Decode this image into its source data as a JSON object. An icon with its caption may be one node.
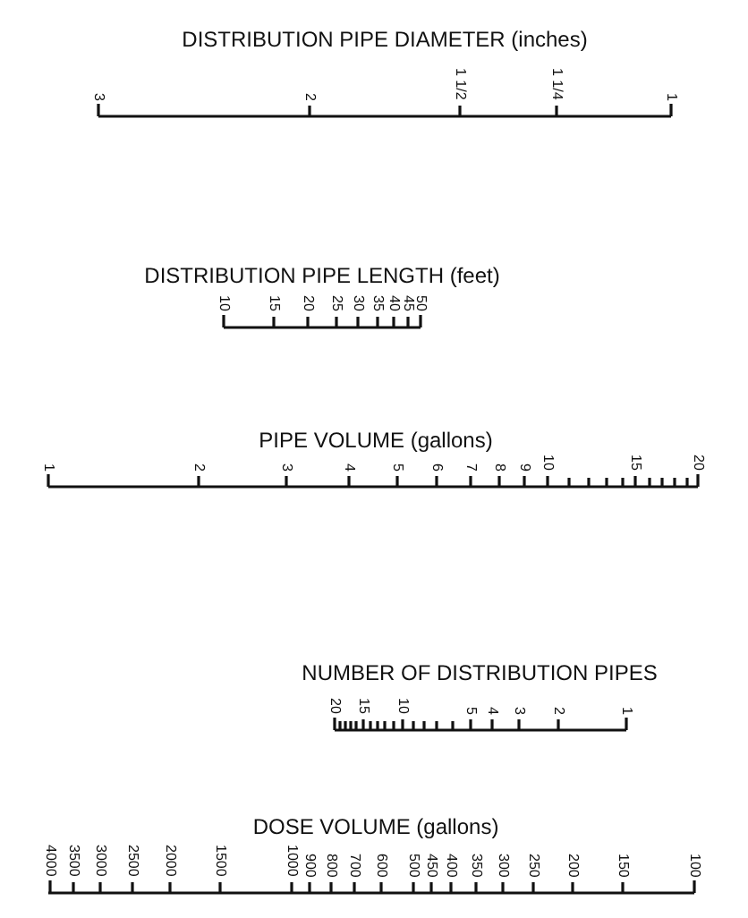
{
  "diagram": {
    "labels": [
      "DISTRIBUTION PIPE DIAMETER (inches)",
      "3",
      "2",
      "1 1/2",
      "1 1/4",
      "1",
      "DISTRIBUTION PIPE LENGTH (feet)",
      "10",
      "15",
      "20",
      "25",
      "30",
      "35",
      "40",
      "45",
      "50",
      "PIPE VOLUME (gallons)",
      "1",
      "2",
      "3",
      "4",
      "5",
      "6",
      "7",
      "8",
      "9",
      "10",
      "15",
      "20",
      "NUMBER OF DISTRIBUTION PIPES",
      "20",
      "15",
      "10",
      "5",
      "4",
      "3",
      "2",
      "1",
      "DOSE VOLUME (gallons)",
      "4000",
      "3500",
      "3000",
      "2500",
      "2000",
      "1500",
      "1000",
      "900",
      "800",
      "700",
      "600",
      "500",
      "450",
      "400",
      "350",
      "300",
      "250",
      "200",
      "150",
      "100"
    ]
  }
}
